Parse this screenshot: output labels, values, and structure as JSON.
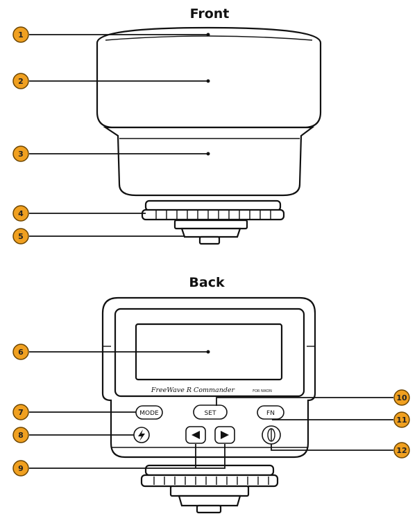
{
  "headings": {
    "front": "Front",
    "back": "Back"
  },
  "callouts": [
    "1",
    "2",
    "3",
    "4",
    "5",
    "6",
    "7",
    "8",
    "9",
    "10",
    "11",
    "12"
  ],
  "device": {
    "brand_text": "FreeWave R Commander",
    "brand_small": "FOR NIKON",
    "buttons": {
      "mode": "MODE",
      "set": "SET",
      "fn": "FN"
    }
  },
  "colors": {
    "callout_fill": "#f0a020",
    "outline": "#111111"
  }
}
